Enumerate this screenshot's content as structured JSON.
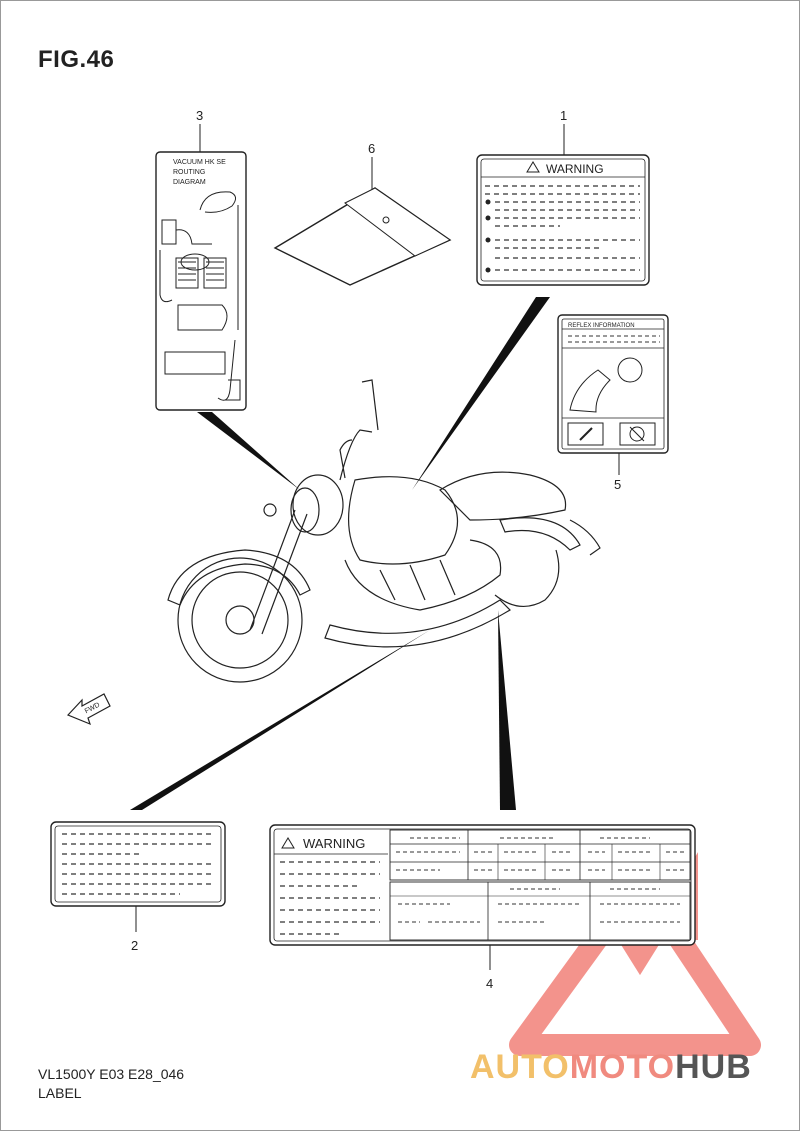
{
  "figure": {
    "title": "FIG.46"
  },
  "callouts": {
    "c1": "1",
    "c2": "2",
    "c3": "3",
    "c4": "4",
    "c5": "5",
    "c6": "6"
  },
  "labels": {
    "warning_label_1": "WARNING",
    "warning_label_4": "WARNING",
    "vacuum_l1": "VACUUM HK SE",
    "vacuum_l2": "ROUTING",
    "vacuum_l3": "DIAGRAM",
    "reflex_title": "REFLEX INFORMATION"
  },
  "direction": {
    "fwd": "FWD"
  },
  "footer": {
    "model_code": "VL1500Y E03 E28_046",
    "section": "LABEL"
  },
  "watermark": {
    "part1": "AUTO",
    "part2": "MOTO",
    "part3": "HUB",
    "colors": {
      "orange": "#f2c06a",
      "red": "#f08a7f",
      "gray": "#555555"
    }
  }
}
